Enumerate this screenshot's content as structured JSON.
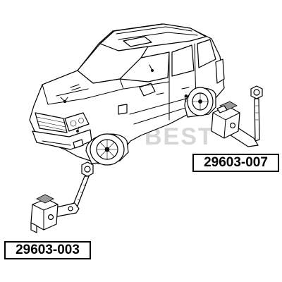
{
  "watermark": {
    "text": "BEST"
  },
  "parts": [
    {
      "id": "rear-sensor",
      "number": "29603-007"
    },
    {
      "id": "front-sensor",
      "number": "29603-003"
    }
  ],
  "colors": {
    "line": "#000000",
    "background": "#ffffff",
    "watermark": "#d6d6d6"
  }
}
